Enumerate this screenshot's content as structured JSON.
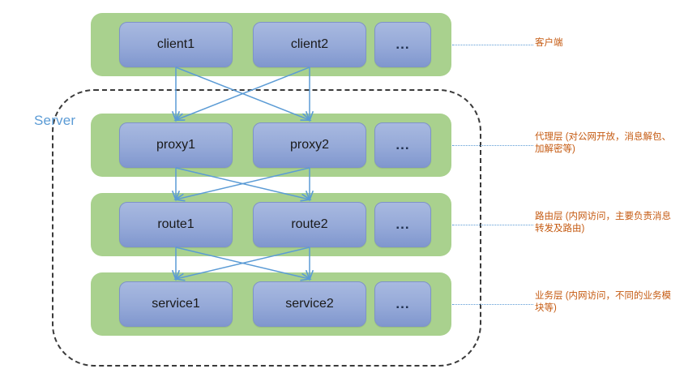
{
  "diagram": {
    "boundary_label": "Server",
    "accent_colors": {
      "band_green": "#a9d18e",
      "node_blue": "#8fa8db",
      "arrow_blue": "#5b9bd5",
      "annotation_orange": "#c55a11",
      "boundary_dash": "#3a3a3a"
    },
    "layers": [
      {
        "id": "clients",
        "nodes": [
          "client1",
          "client2",
          "..."
        ],
        "annotation": "客户端"
      },
      {
        "id": "proxies",
        "nodes": [
          "proxy1",
          "proxy2",
          "..."
        ],
        "annotation": "代理层 (对公网开放，消息解包、加解密等)"
      },
      {
        "id": "routes",
        "nodes": [
          "route1",
          "route2",
          "..."
        ],
        "annotation": "路由层 (内网访问，主要负责消息转发及路由)"
      },
      {
        "id": "services",
        "nodes": [
          "service1",
          "service2",
          "..."
        ],
        "annotation": "业务层 (内网访问，不同的业务模块等)"
      }
    ]
  }
}
